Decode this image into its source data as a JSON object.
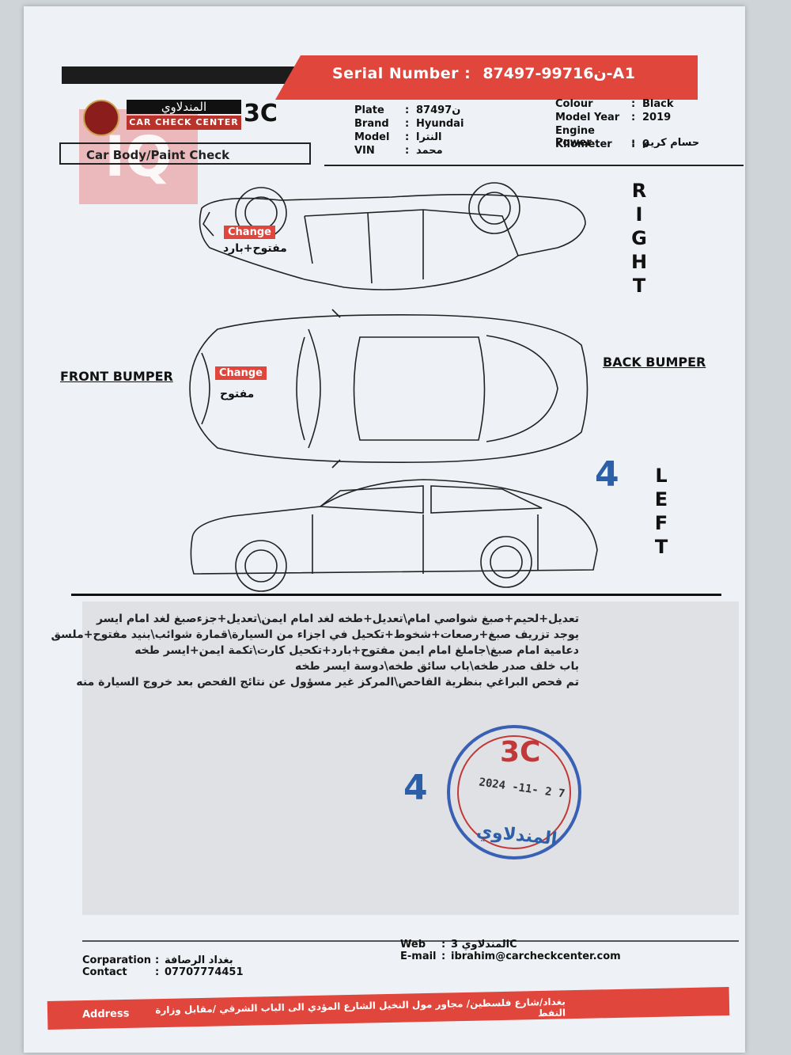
{
  "header": {
    "serial_label": "Serial Number :",
    "serial_value": "ن99716-87497-A1",
    "logo_arabic": "المندلاوي",
    "logo_english": "CAR CHECK CENTER",
    "logo_3c": "3C",
    "section_title": "Car Body/Paint Check",
    "watermark": "IQ"
  },
  "vehicle_info": {
    "left": [
      {
        "label": "Plate",
        "value": "ن87497"
      },
      {
        "label": "Brand",
        "value": "Hyundai"
      },
      {
        "label": "Model",
        "value": "النترا"
      },
      {
        "label": "VIN",
        "value": "محمد"
      }
    ],
    "right": [
      {
        "label": "Colour",
        "value": "Black"
      },
      {
        "label": "Model Year",
        "value": "2019"
      },
      {
        "label": "Engine Power",
        "value": "حسام كريم"
      },
      {
        "label": "Kilometer",
        "value": "0"
      }
    ]
  },
  "diagram": {
    "right_label": [
      "R",
      "I",
      "G",
      "H",
      "T"
    ],
    "left_label": [
      "L",
      "E",
      "F",
      "T"
    ],
    "front_bumper": "FRONT BUMPER",
    "back_bumper": "BACK BUMPER",
    "marks": [
      {
        "tag": "Change",
        "note": "مفتوح+بارد"
      },
      {
        "tag": "Change",
        "note": "مفتوح"
      }
    ],
    "handwritten_4": "4"
  },
  "notes": {
    "lines": [
      "تعديل+لحيم+صبغ شواصي امام\\تعديل+طخه لغد امام ايمن\\تعديل+جزءصبغ لغد امام ايسر",
      "يوجد تزريف صبغ+رصعات+شخوط+تكحيل في اجزاء من السيارة\\قمارة شوائب\\بنيد مفتوح+ملسق",
      "دعامية امام صبغ\\جاملغ امام ايمن مفتوح+بارد+تكحيل كارت\\تكمة ايمن+ايسر طخه",
      "باب خلف صدر طخه\\باب سائق طخه\\دوسة ايسر طخه",
      "تم فحص البراغي بنظرية الفاحص\\المركز غير مسؤول عن نتائج الفحص بعد خروج السيارة منه"
    ],
    "handwritten_4": "4"
  },
  "stamp": {
    "top": "3C",
    "date": "2024 -11- 2 7",
    "bottom": "المندلاوي"
  },
  "footer": {
    "left": [
      {
        "label": "Corparation",
        "value": "بغداد الرصافة"
      },
      {
        "label": "Contact",
        "value": "07707774451"
      }
    ],
    "right": [
      {
        "label": "Web",
        "value": "المندلاوي 3C"
      },
      {
        "label": "E-mail",
        "value": "ibrahim@carcheckcenter.com"
      }
    ],
    "address_label": "Address",
    "address_value": "بغداد/شارع فلسطين/ مجاور مول النخيل الشارع المؤدي الى الباب الشرقي /مقابل وزارة النفط"
  },
  "colors": {
    "accent": "#e0463c",
    "stamp_blue": "#3a60b5",
    "stamp_red": "#c23838"
  }
}
